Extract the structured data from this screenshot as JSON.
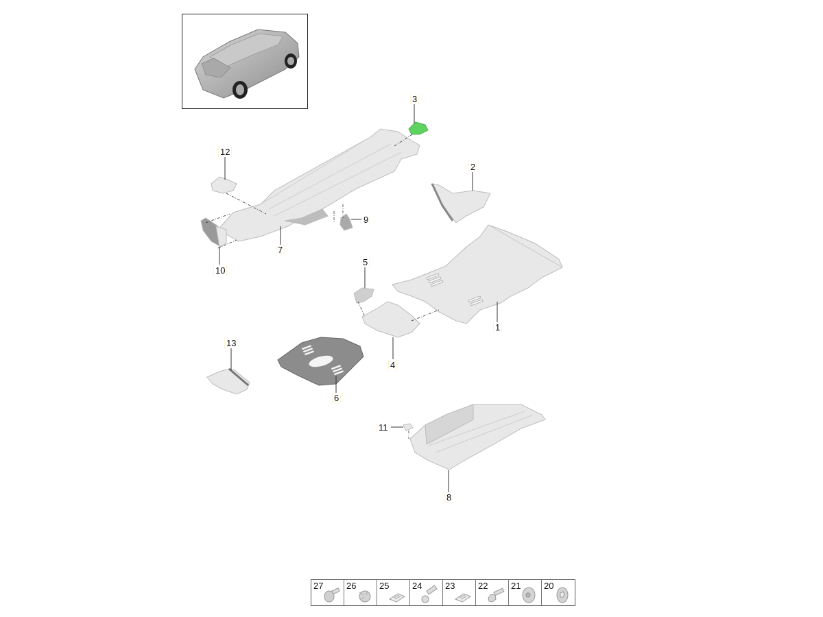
{
  "overview_thumbnail": {
    "label": "Vehicle overview (rear 3/4 view of SUV coupe)"
  },
  "parts": [
    {
      "number": "1",
      "name": "Underbody panel, front (large)",
      "highlighted": false
    },
    {
      "number": "2",
      "name": "Wheel arch trim panel",
      "highlighted": false
    },
    {
      "number": "3",
      "name": "Small cover piece",
      "highlighted": true,
      "highlight_color": "#5fd35f"
    },
    {
      "number": "4",
      "name": "Underbody bracket / skid tray",
      "highlighted": false
    },
    {
      "number": "5",
      "name": "Small bracket",
      "highlighted": false
    },
    {
      "number": "6",
      "name": "Skid plate (dark)",
      "highlighted": false
    },
    {
      "number": "7",
      "name": "Underbody panel, side (long)",
      "highlighted": false
    },
    {
      "number": "8",
      "name": "Underbody panel, side (opposite)",
      "highlighted": false
    },
    {
      "number": "9",
      "name": "Clip bracket",
      "highlighted": false
    },
    {
      "number": "10",
      "name": "Air guide / deflector",
      "highlighted": false
    },
    {
      "number": "11",
      "name": "Clip",
      "highlighted": false
    },
    {
      "number": "12",
      "name": "Cap / cover",
      "highlighted": false
    },
    {
      "number": "13",
      "name": "Protective plate",
      "highlighted": false
    }
  ],
  "hardware_legend": [
    {
      "number": "27",
      "icon": "flat-head-screw-icon"
    },
    {
      "number": "26",
      "icon": "expanding-rivet-icon"
    },
    {
      "number": "25",
      "icon": "spring-clip-nut-icon"
    },
    {
      "number": "24",
      "icon": "push-rivet-icon"
    },
    {
      "number": "23",
      "icon": "spring-clip-nut-icon"
    },
    {
      "number": "22",
      "icon": "hex-bolt-icon"
    },
    {
      "number": "21",
      "icon": "washer-nut-icon"
    },
    {
      "number": "20",
      "icon": "flange-nut-icon"
    }
  ],
  "colors": {
    "part_fill": "#e6e6e6",
    "part_stroke": "#bdbdbd",
    "dark_part": "#8a8a8a",
    "highlight": "#5fd35f",
    "leader": "#333333"
  }
}
